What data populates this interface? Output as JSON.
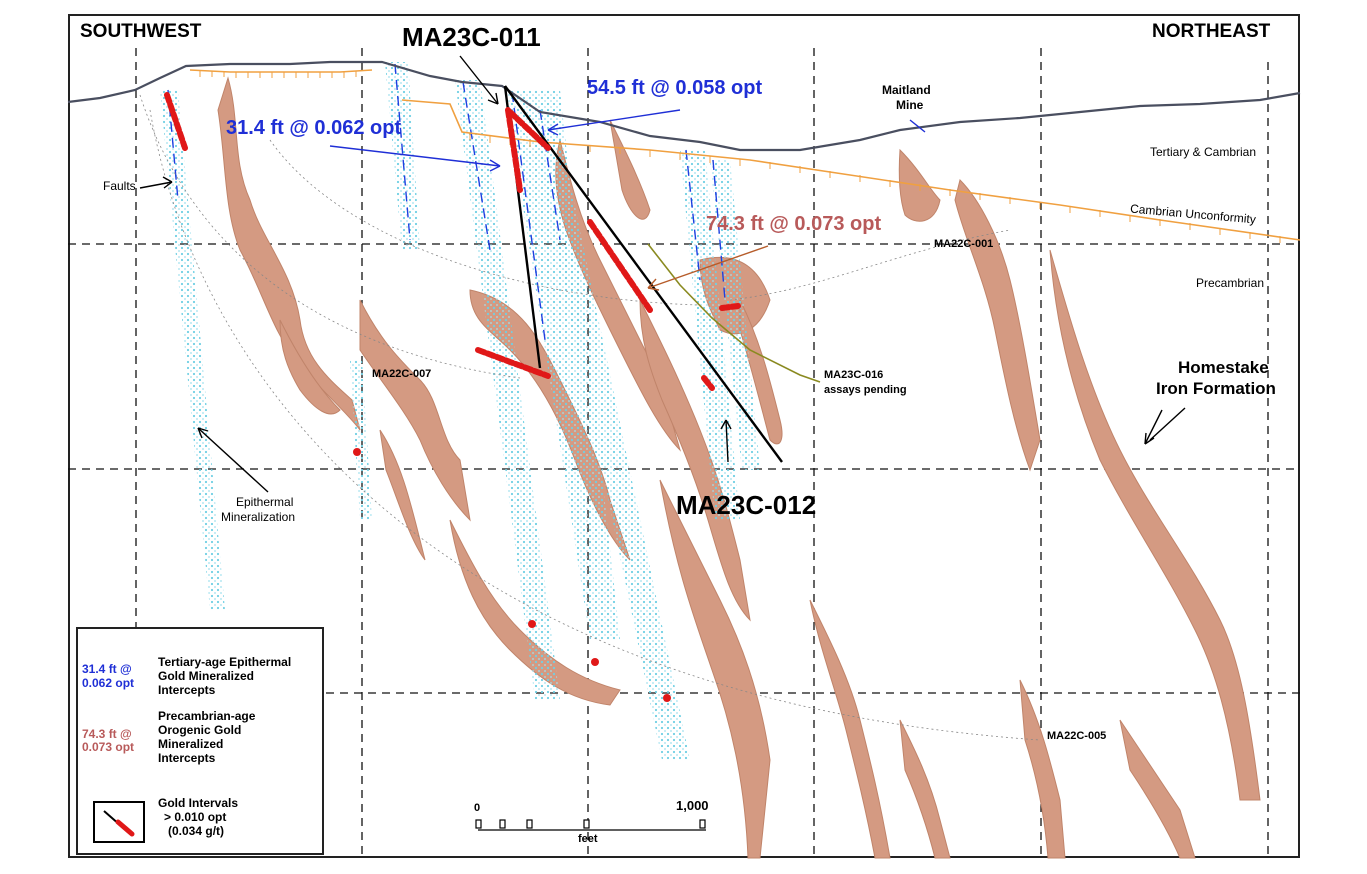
{
  "directions": {
    "left": "SOUTHWEST",
    "right": "NORTHEAST"
  },
  "holes": {
    "ma23c_011": "MA23C-011",
    "ma23c_012": "MA23C-012",
    "ma22c_001": "MA22C-001",
    "ma22c_007": "MA22C-007",
    "ma22c_005": "MA22C-005",
    "ma23c_016_line1": "MA23C-016",
    "ma23c_016_line2": "assays pending"
  },
  "intercepts": {
    "blue_1": "54.5 ft @ 0.058 opt",
    "blue_2": "31.4 ft @ 0.062 opt",
    "brown_1": "74.3 ft @ 0.073 opt"
  },
  "labels": {
    "maitland_1": "Maitland",
    "maitland_2": "Mine",
    "tertiary_cambrian": "Tertiary & Cambrian",
    "cambrian_unconformity": "Cambrian Unconformity",
    "precambrian": "Precambrian",
    "faults": "Faults",
    "homestake_1": "Homestake",
    "homestake_2": "Iron Formation",
    "epithermal_1": "Epithermal",
    "epithermal_2": "Mineralization"
  },
  "legend": {
    "blue_value_1": "31.4 ft @",
    "blue_value_2": "0.062 opt",
    "blue_desc_1": "Tertiary-age Epithermal",
    "blue_desc_2": "Gold  Mineralized",
    "blue_desc_3": "Intercepts",
    "brown_value_1": "74.3 ft @",
    "brown_value_2": "0.073 opt",
    "brown_desc_1": "Precambrian-age",
    "brown_desc_2": "Orogenic Gold",
    "brown_desc_3": "Mineralized",
    "brown_desc_4": "Intercepts",
    "gold_1": "Gold Intervals",
    "gold_2": "> 0.010 opt",
    "gold_3": "(0.034 g/t)"
  },
  "scale": {
    "zero": "0",
    "max": "1,000",
    "unit": "feet"
  },
  "colors": {
    "iron_formation": "#d49a82",
    "epithermal": "#7fd7e8",
    "gold_interval": "#e01818",
    "unconformity": "#f0a040",
    "topography": "#4a4f60",
    "intercept_blue": "#1f2fd6",
    "intercept_brown": "#b85a5a"
  }
}
